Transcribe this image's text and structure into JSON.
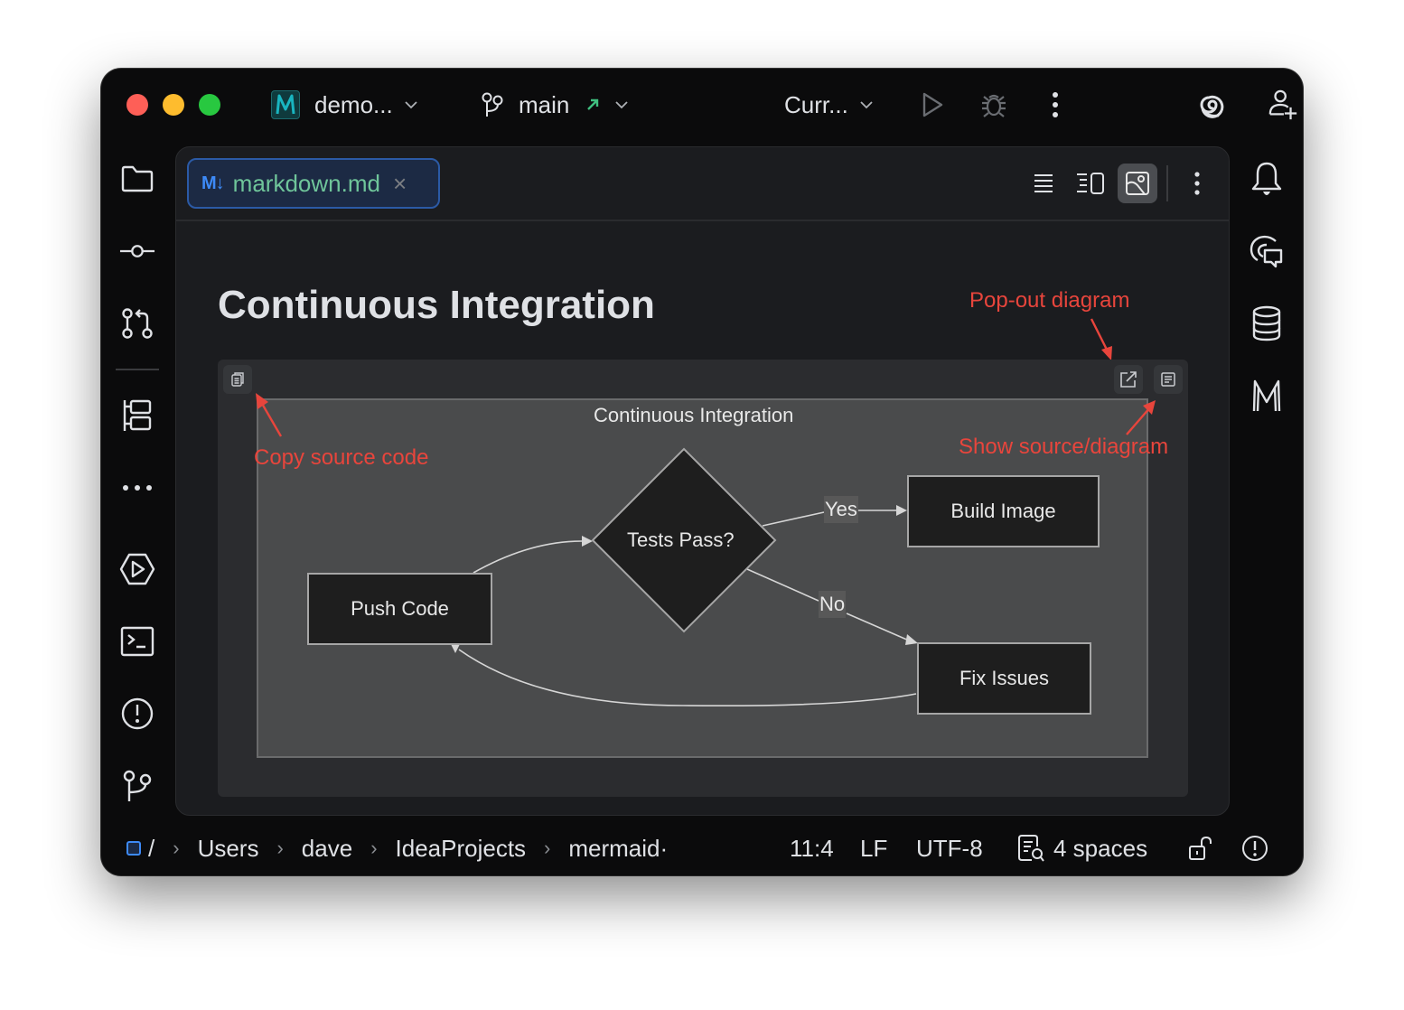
{
  "titlebar": {
    "project": "demo...",
    "branch": "main",
    "run_config": "Curr...",
    "colors": {
      "branch_arrow": "#3fbf7f",
      "project_icon": "#19b5c0"
    }
  },
  "tab": {
    "icon_label": "M↓",
    "filename": "markdown.md",
    "close": "×",
    "colors": {
      "filename": "#6fc59a",
      "icon": "#3d8af7",
      "border": "#2b5aa5"
    }
  },
  "editor_toolbar": {
    "buttons": [
      "editor-only",
      "editor-and-preview",
      "preview-only",
      "more-options"
    ],
    "active": "preview-only"
  },
  "document": {
    "heading": "Continuous Integration"
  },
  "annotations": {
    "popout": "Pop-out diagram",
    "copy": "Copy source code",
    "show_source": "Show source/diagram",
    "color": "#e8453c"
  },
  "diagram": {
    "title": "Continuous Integration",
    "nodes": {
      "push_code": "Push Code",
      "tests_pass": "Tests Pass?",
      "build_image": "Build Image",
      "fix_issues": "Fix Issues"
    },
    "edges": {
      "yes": "Yes",
      "no": "No"
    }
  },
  "statusbar": {
    "breadcrumbs": [
      "/",
      "Users",
      "dave",
      "IdeaProjects",
      "mermaid·"
    ],
    "position": "11:4",
    "line_ending": "LF",
    "encoding": "UTF-8",
    "indent": "4 spaces"
  },
  "left_sidebar": [
    "project",
    "commit",
    "pull-requests",
    "structure",
    "more",
    "run-services",
    "terminal",
    "problems",
    "git"
  ],
  "right_sidebar": [
    "notifications",
    "ai-chat",
    "database",
    "mermaid"
  ]
}
